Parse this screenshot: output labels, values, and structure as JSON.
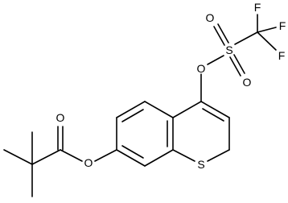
{
  "molecule": {
    "atoms": {
      "o_ester_carbonyl": "O",
      "o_ester_link": "O",
      "sulfur_ring": "S",
      "o_triflate_link": "O",
      "sulfur_triflate": "S",
      "o_sulfonyl_1": "O",
      "o_sulfonyl_2": "O",
      "f_1": "F",
      "f_2": "F",
      "f_3": "F"
    }
  }
}
